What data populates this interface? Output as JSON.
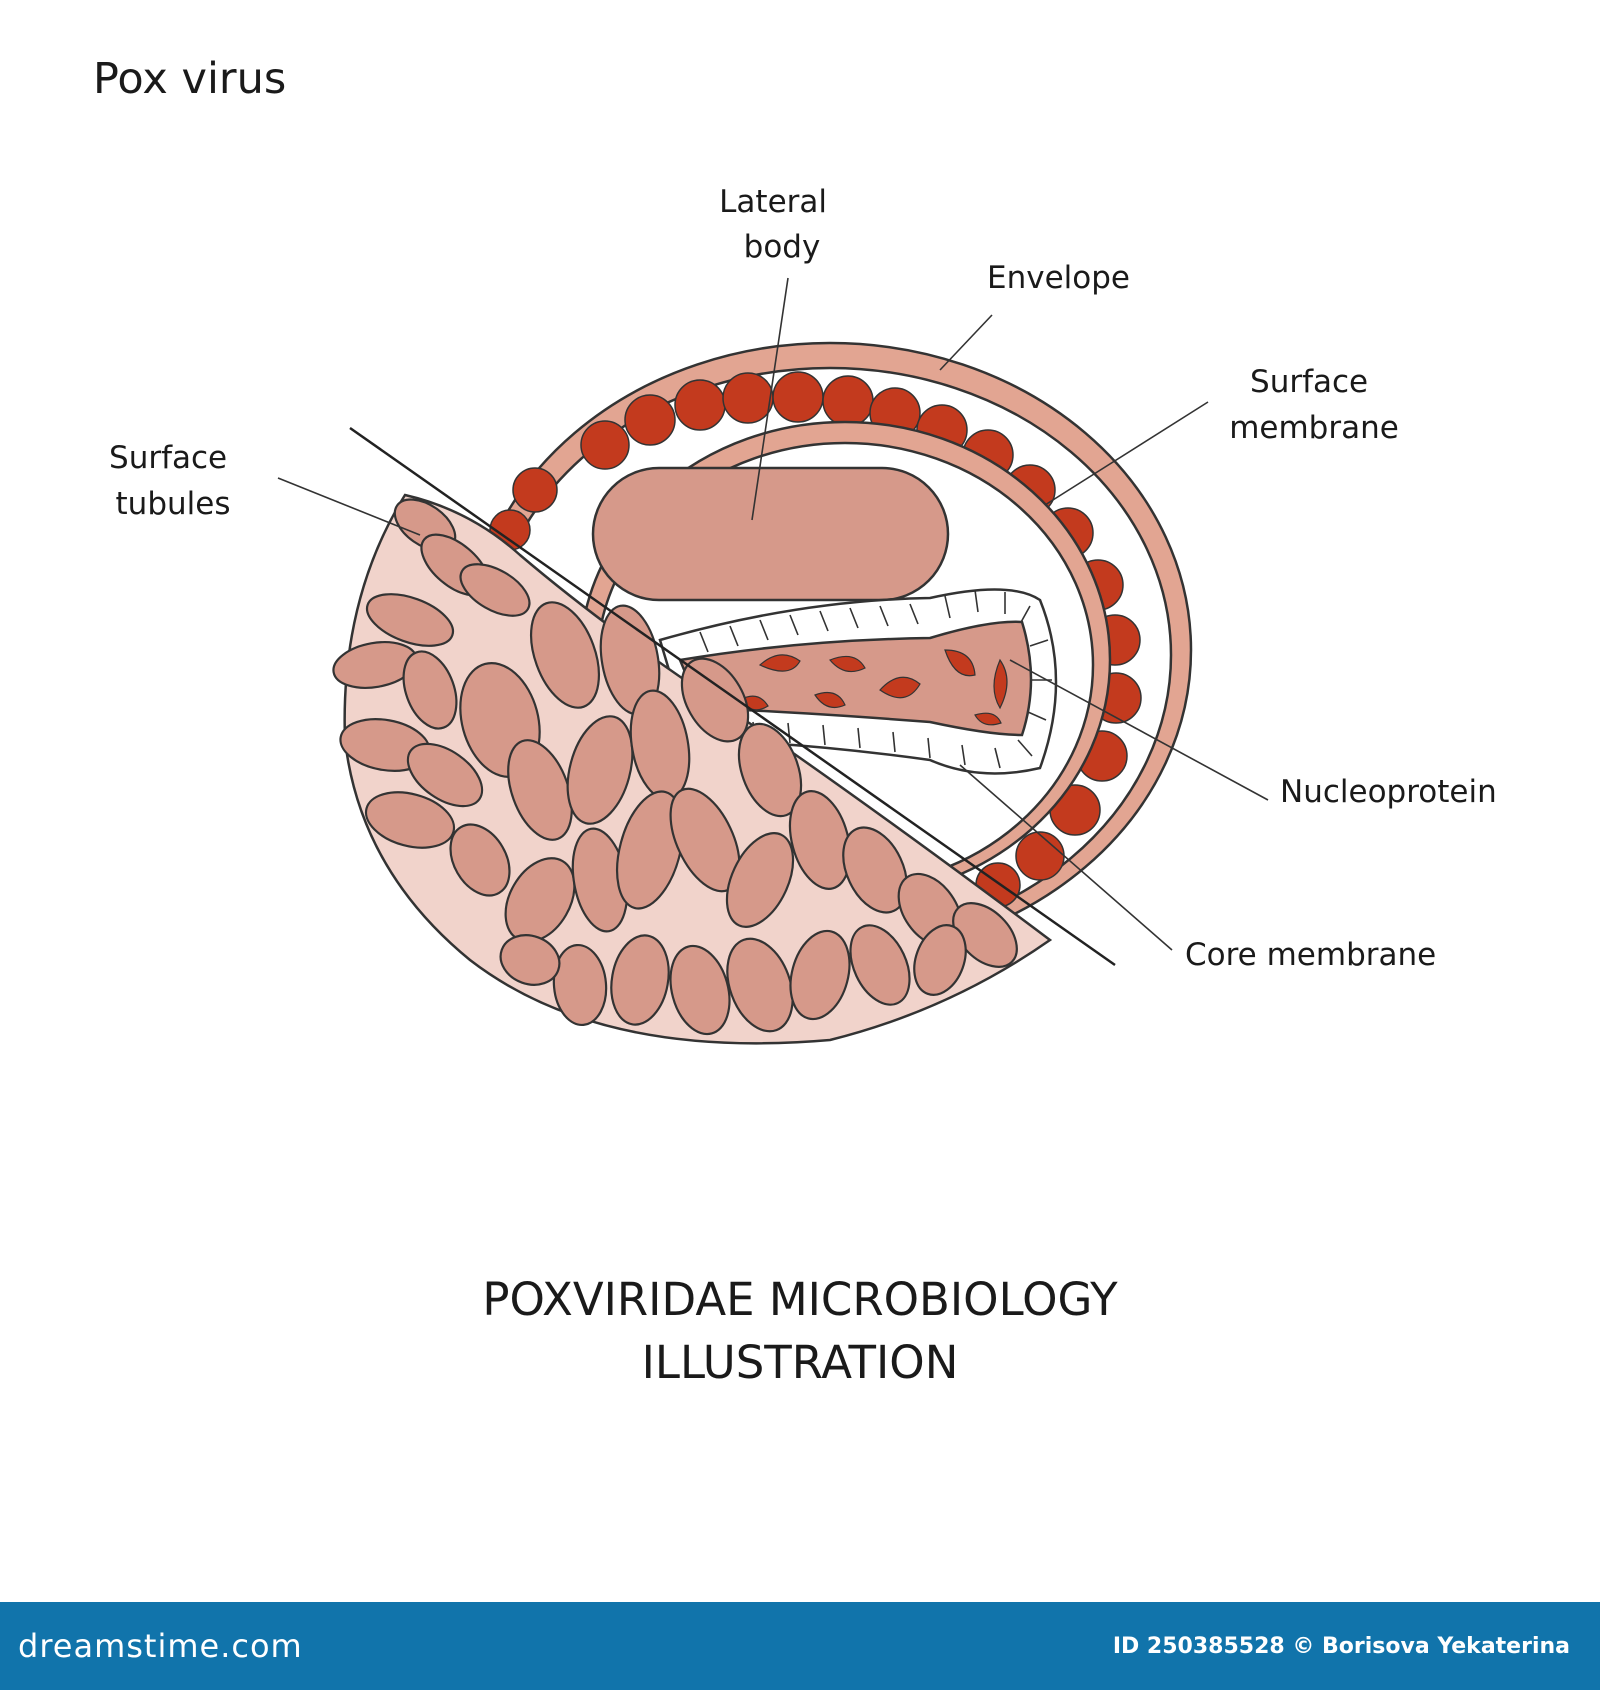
{
  "page": {
    "title": "Pox virus",
    "caption_line1": "POXVIRIDAE MICROBIOLOGY",
    "caption_line2": "ILLUSTRATION"
  },
  "labels": {
    "lateral_body": [
      "Lateral",
      "body"
    ],
    "envelope": "Envelope",
    "surface_membrane": [
      "Surface",
      "membrane"
    ],
    "surface_tubules": [
      "Surface",
      "tubules"
    ],
    "nucleoprotein": "Nucleoprotein",
    "core_membrane": "Core membrane"
  },
  "footer": {
    "brand": "dreamstime.com",
    "credit": "ID 250385528 © Borisova Yekaterina"
  },
  "colors": {
    "envelope": "#e2a592",
    "protein": "#c33a1e",
    "body": "#d6998a",
    "outline": "#333333",
    "footer": "#1174ab"
  }
}
